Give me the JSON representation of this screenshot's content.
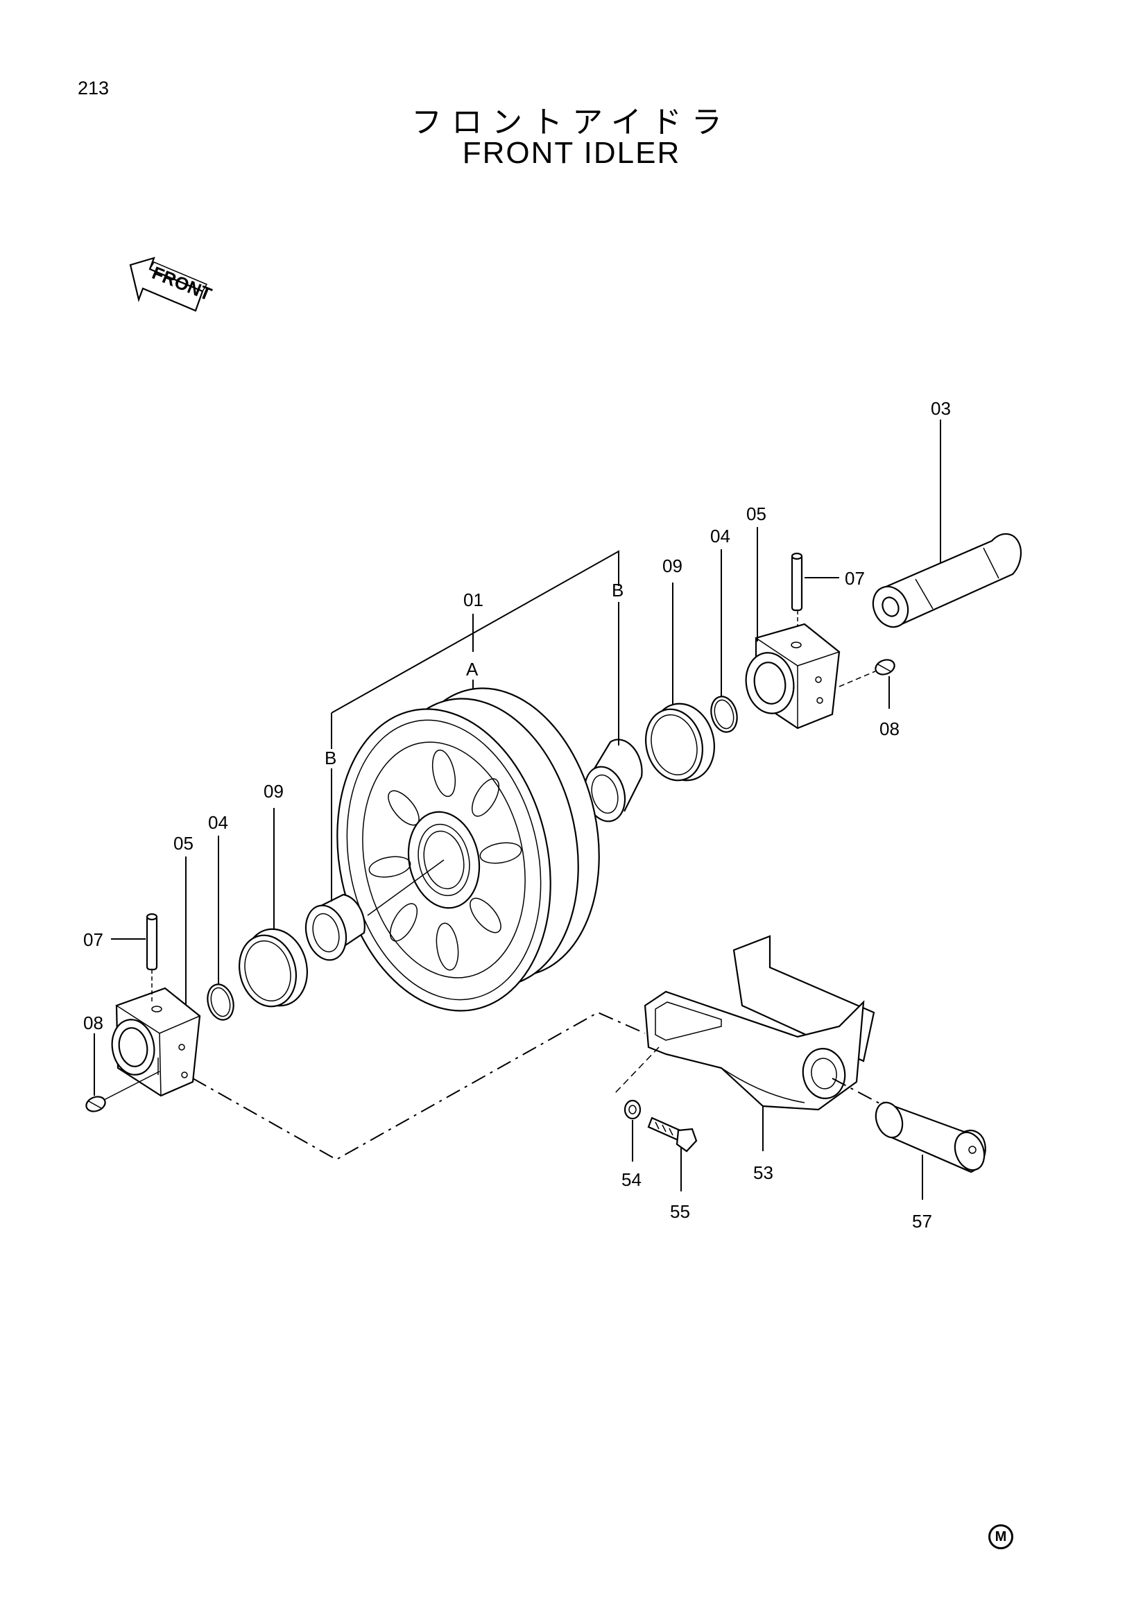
{
  "page_number": "213",
  "title_jp": "フロントアイドラ",
  "title_en": "FRONT IDLER",
  "front_arrow_label": "FRONT",
  "corner_mark": "M",
  "callouts": {
    "c01": "01",
    "cA": "A",
    "cB_left": "B",
    "cB_right": "B",
    "c03": "03",
    "c04_right": "04",
    "c05_right": "05",
    "c09_right": "09",
    "c07_right": "07",
    "c08_right": "08",
    "c04_left": "04",
    "c05_left": "05",
    "c09_left": "09",
    "c07_left": "07",
    "c08_left": "08",
    "c53": "53",
    "c54": "54",
    "c55": "55",
    "c57": "57"
  }
}
